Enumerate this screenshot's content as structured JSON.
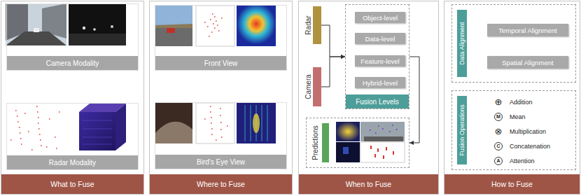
{
  "diagram": {
    "nodes": [
      {
        "text": [
          "What to Fuse"
        ]
      },
      {
        "text": [
          "Camera Modality"
        ],
        "in": 0
      },
      {
        "text": [
          "Radar Modality"
        ],
        "in": 0
      },
      {
        "text": [
          "Where to Fuse"
        ]
      },
      {
        "text": [
          "Front View"
        ],
        "in": 3
      },
      {
        "text": [
          "Bird's Eye View"
        ],
        "in": 3
      },
      {
        "text": [
          "When to Fuse"
        ]
      },
      {
        "text": [
          "Radar"
        ],
        "in": 6
      },
      {
        "text": [
          "Camera"
        ],
        "in": 6
      },
      {
        "text": [
          "Fusion Levels"
        ],
        "in": 6
      },
      {
        "text": [
          "Object-level"
        ],
        "in": 9
      },
      {
        "text": [
          "Data-level"
        ],
        "in": 9
      },
      {
        "text": [
          "Feature-level"
        ],
        "in": 9
      },
      {
        "text": [
          "Hybrid-level"
        ],
        "in": 9
      },
      {
        "text": [
          "Predictions"
        ],
        "in": 6
      },
      {
        "text": [
          "How to Fuse"
        ]
      },
      {
        "text": [
          "Data Alignment"
        ],
        "in": 15
      },
      {
        "text": [
          "Temporal Alignment"
        ],
        "in": 16
      },
      {
        "text": [
          "Spatial Alignment"
        ],
        "in": 16
      },
      {
        "text": [
          "Fusion Operations"
        ],
        "in": 15
      }
    ],
    "edges": [
      {
        "from": 7,
        "to": 9,
        "arrow": "to"
      },
      {
        "from": 8,
        "to": 9,
        "arrow": "to"
      },
      {
        "from": 9,
        "to": 14,
        "arrow": "to"
      }
    ],
    "labels": [
      "⊕",
      "Addition",
      "M",
      "Mean",
      "⊗",
      "Multiplication",
      "C",
      "Concatenation",
      "A",
      "Attention"
    ]
  }
}
